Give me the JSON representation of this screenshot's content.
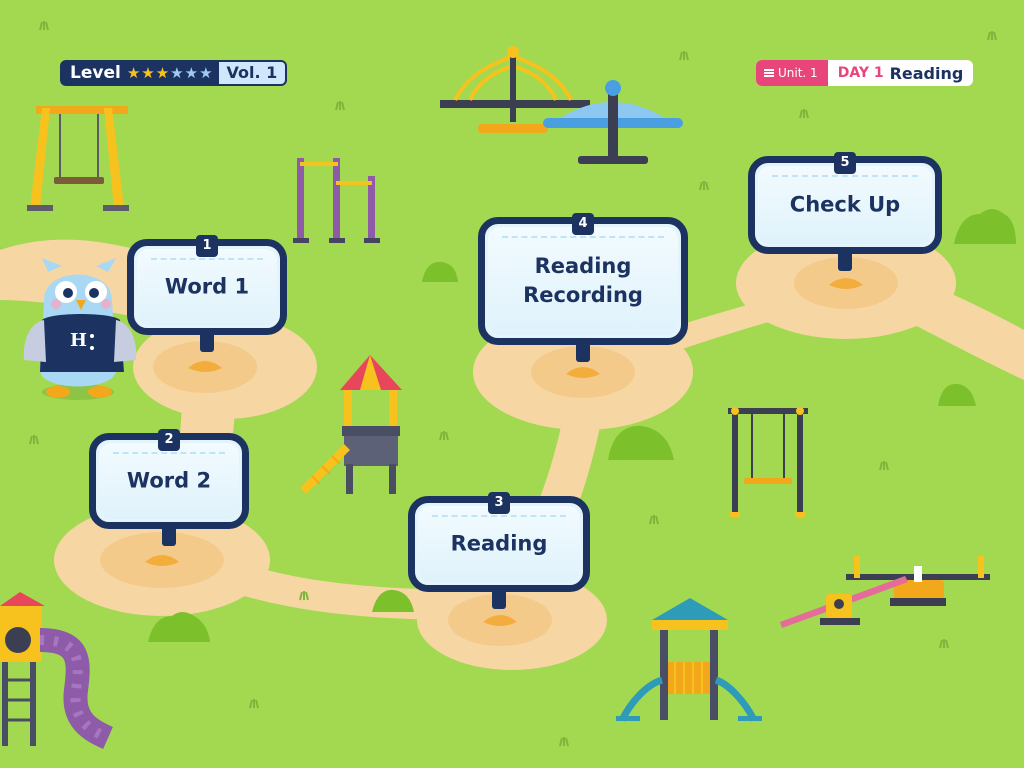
{
  "header": {
    "level_label": "Level",
    "stars_filled": 3,
    "stars_total": 6,
    "volume": "Vol. 1",
    "unit": "Unit. 1",
    "day": "DAY 1",
    "activity": "Reading"
  },
  "stages": [
    {
      "number": "1",
      "label": "Word 1"
    },
    {
      "number": "2",
      "label": "Word 2"
    },
    {
      "number": "3",
      "label": "Reading"
    },
    {
      "number": "4",
      "label": "Reading\nRecording"
    },
    {
      "number": "5",
      "label": "Check Up"
    }
  ],
  "colors": {
    "grass": "#a3d950",
    "path": "#f6d7a4",
    "navy": "#1c3362",
    "pink": "#e8467a",
    "star": "#f7c21d"
  }
}
